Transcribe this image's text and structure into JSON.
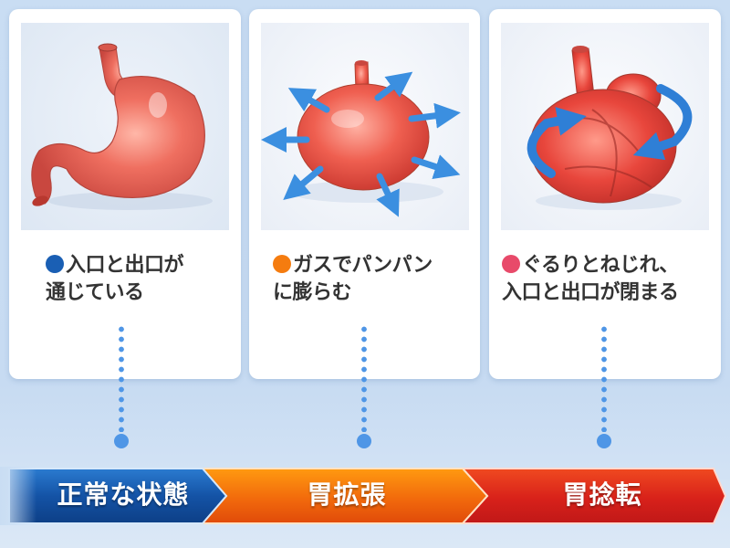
{
  "stages": [
    {
      "id": "normal",
      "label": "正常な状態",
      "bullet_color": "#1a5fb4",
      "caption_lines": [
        "入口と出口が",
        "通じている"
      ],
      "illustration": "normal-stomach",
      "banner_color": "#1453a6"
    },
    {
      "id": "dilatation",
      "label": "胃拡張",
      "bullet_color": "#f57c0f",
      "caption_lines": [
        "ガスでパンパン",
        "に膨らむ"
      ],
      "illustration": "dilated-stomach-with-outward-arrows",
      "banner_color": "#f26a0c"
    },
    {
      "id": "torsion",
      "label": "胃捻転",
      "bullet_color": "#e84a6a",
      "caption_lines": [
        "ぐるりとねじれ、",
        "入口と出口が閉まる"
      ],
      "illustration": "twisted-stomach-with-rotation-arrows",
      "banner_color": "#d8211a"
    }
  ],
  "colors": {
    "background": "#c9ddf3",
    "card": "#ffffff",
    "connector": "#4f96e6",
    "caption_text": "#333333",
    "arrow_blue": "#3b8fe0"
  }
}
